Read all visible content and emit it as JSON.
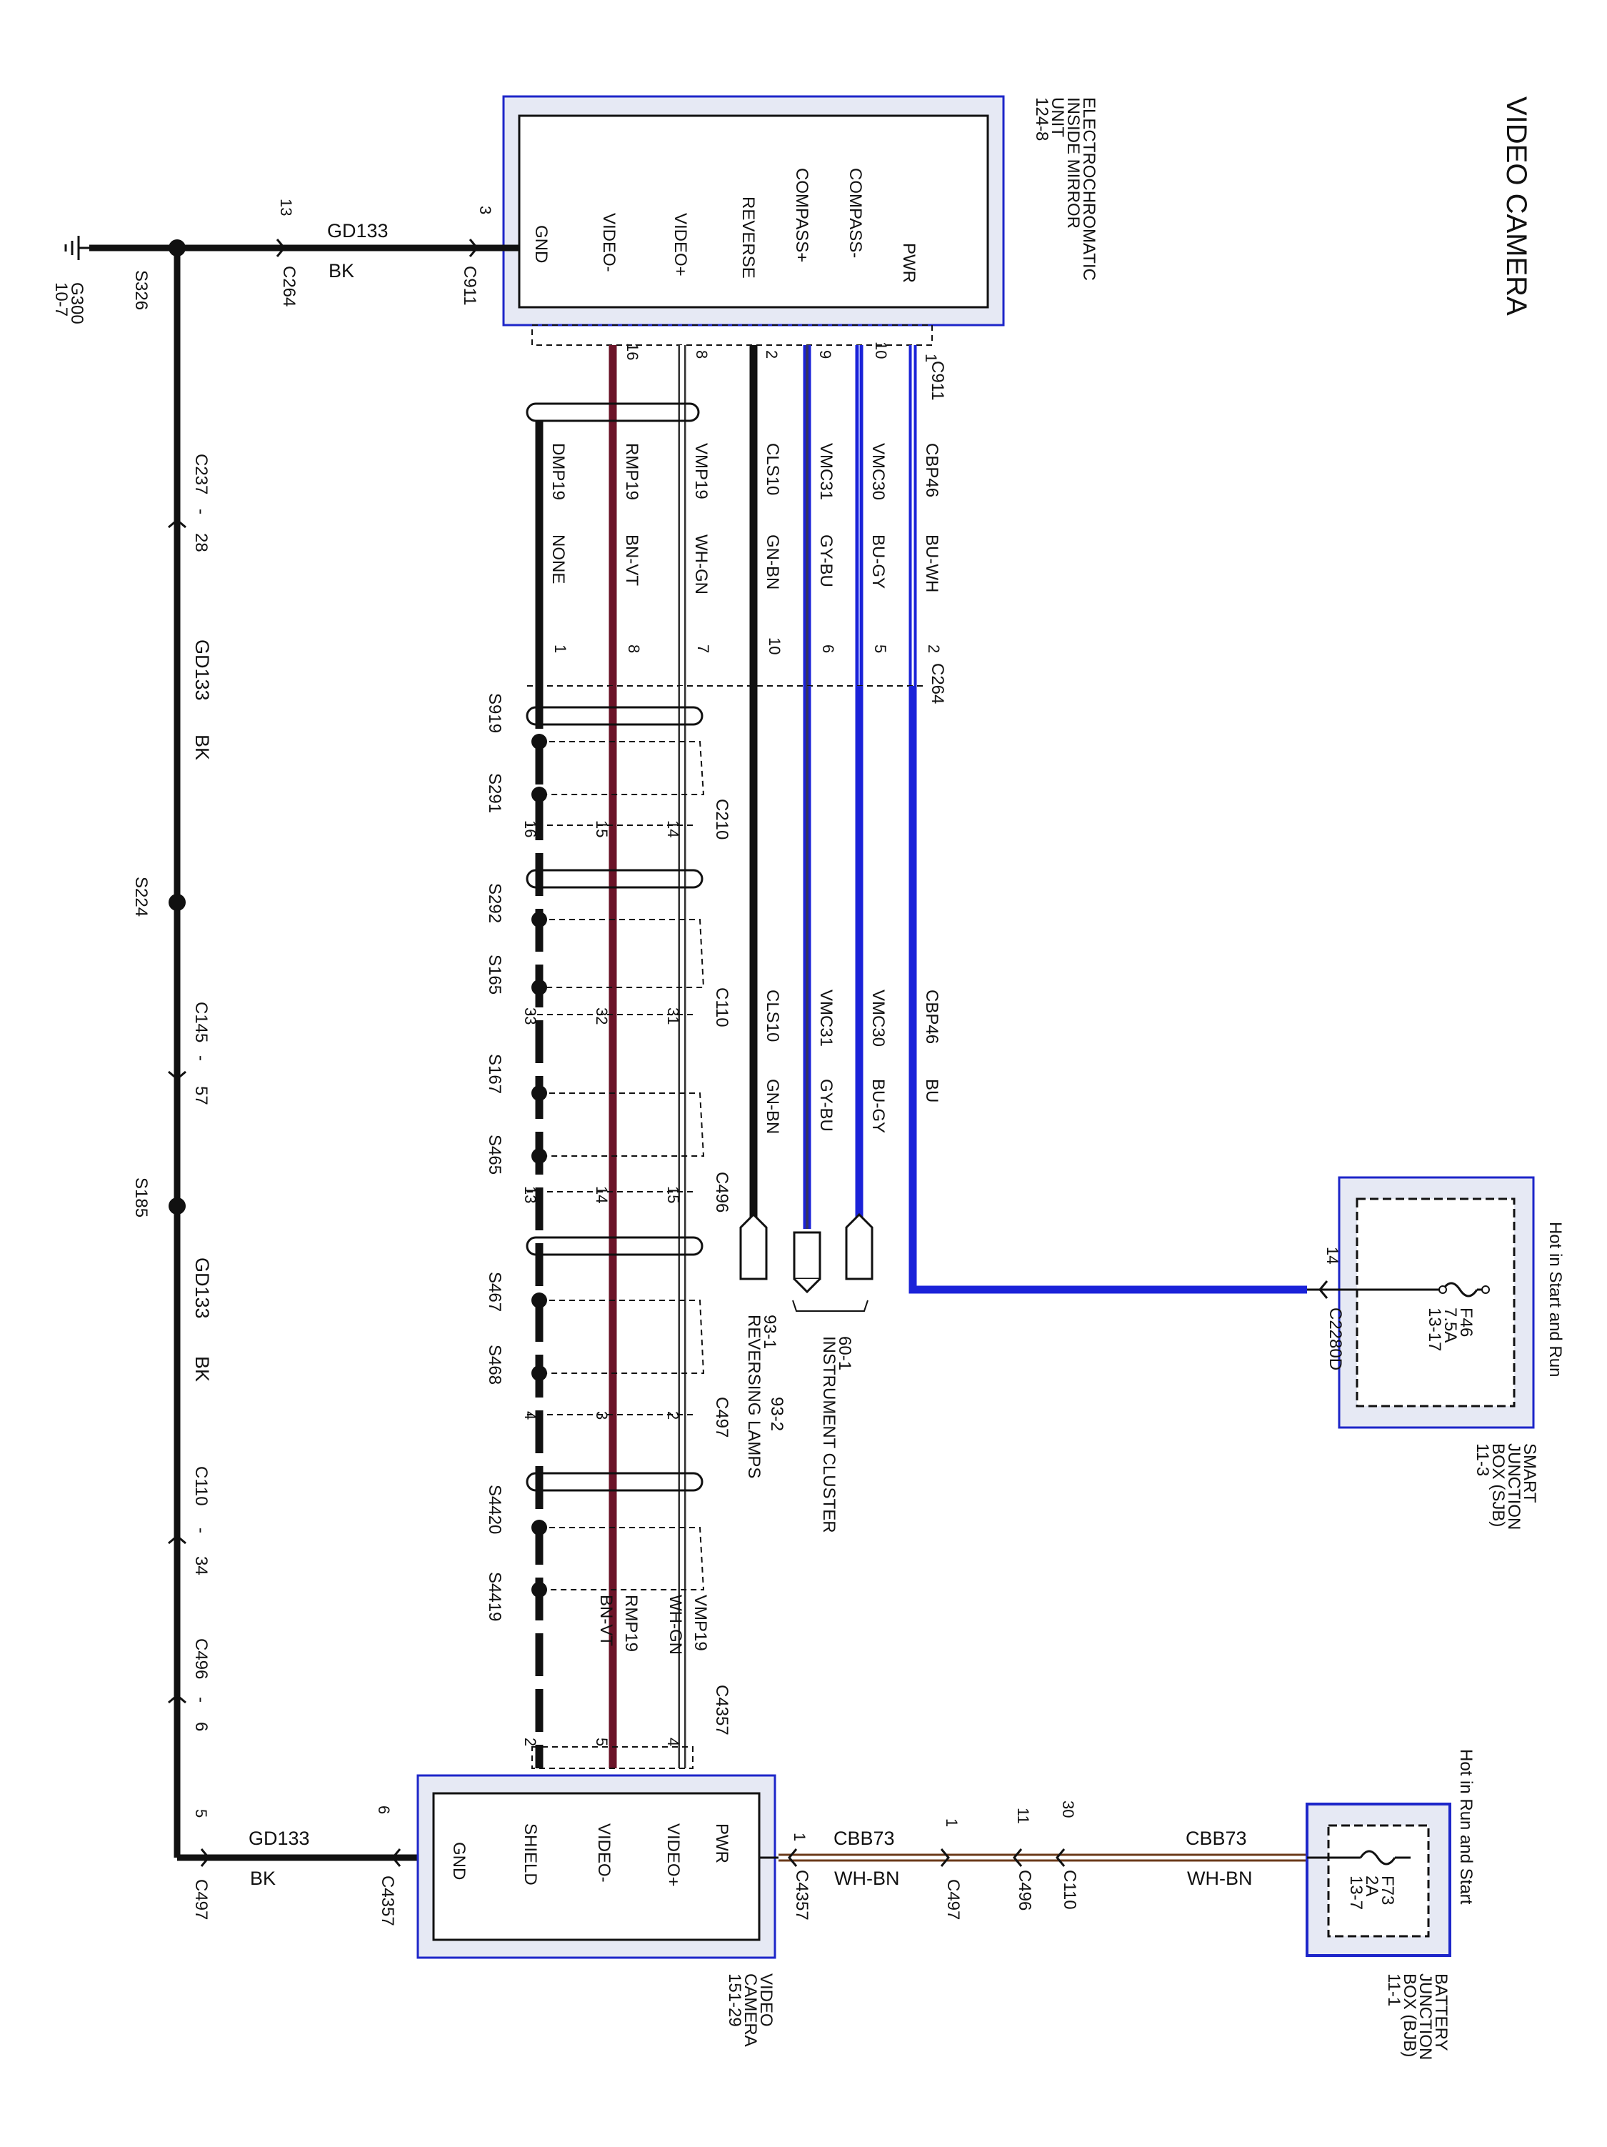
{
  "title": "VIDEO CAMERA",
  "mirror": {
    "name_lines": [
      "ELECTROCHROMATIC",
      "INSIDE MIRROR",
      "UNIT",
      "124-8"
    ],
    "pins": [
      "PWR",
      "COMPASS-",
      "COMPASS+",
      "REVERSE",
      "VIDEO+",
      "VIDEO-",
      "GND"
    ],
    "connector": "C911",
    "pin_numbers": [
      "1",
      "10",
      "9",
      "2",
      "8",
      "16",
      "3"
    ]
  },
  "ground": {
    "wire": "GD133",
    "color": "BK",
    "pin_at_c264": "13",
    "c264": "C264",
    "splice_top": "S326",
    "ground_point": "G300",
    "ground_ref": "10-7",
    "c237": "C237",
    "c237_pin": "28",
    "s224": "S224",
    "c145": "C145",
    "c145_pin": "57",
    "s185": "S185",
    "c110": "C110",
    "c110_pin": "34",
    "c496": "C496",
    "c496_pin": "6",
    "bottom_pin": "5",
    "bottom_connector": "C497",
    "camera_pin": "6",
    "camera_connector": "C4357"
  },
  "wires_top": [
    {
      "circuit": "CBP46",
      "color": "BU-WH",
      "c264_pin": "2"
    },
    {
      "circuit": "VMC30",
      "color": "BU-GY",
      "c264_pin": "5"
    },
    {
      "circuit": "VMC31",
      "color": "GY-BU",
      "c264_pin": "6"
    },
    {
      "circuit": "CLS10",
      "color": "GN-BN",
      "c264_pin": "10"
    },
    {
      "circuit": "VMP19",
      "color": "WH-GN",
      "c264_pin": "7"
    },
    {
      "circuit": "RMP19",
      "color": "BN-VT",
      "c264_pin": "8"
    },
    {
      "circuit": "DMP19",
      "color": "NONE",
      "c264_pin": "1"
    }
  ],
  "c264": "C264",
  "wires_mid": [
    {
      "circuit": "CBP46",
      "color": "BU"
    },
    {
      "circuit": "VMC30",
      "color": "BU-GY"
    },
    {
      "circuit": "VMC31",
      "color": "GY-BU"
    },
    {
      "circuit": "CLS10",
      "color": "GN-BN"
    }
  ],
  "shield_connectors": {
    "c210": "C210",
    "c210_pins": [
      "14",
      "15",
      "16"
    ],
    "c110": "C110",
    "c110_pins": [
      "31",
      "32",
      "33"
    ],
    "c496": "C496",
    "c496_pins": [
      "15",
      "14",
      "13"
    ],
    "c497": "C497",
    "c497_pins": [
      "2",
      "3",
      "4"
    ],
    "c4357": "C4357",
    "c4357_pins": [
      "4",
      "5",
      "2"
    ]
  },
  "splices": [
    "S919",
    "S291",
    "S292",
    "S165",
    "S167",
    "S465",
    "S467",
    "S468",
    "S4420",
    "S4419"
  ],
  "wires_bottom": [
    {
      "circuit": "VMP19",
      "color": "WH-GN"
    },
    {
      "circuit": "RMP19",
      "color": "BN-VT"
    }
  ],
  "destinations": {
    "reversing": {
      "ref1": "93-1",
      "ref2": "93-2",
      "label": "REVERSING LAMPS"
    },
    "cluster": {
      "ref": "60-1",
      "label": "INSTRUMENT CLUSTER"
    }
  },
  "sjb": {
    "hot_label": "Hot in Start and Run",
    "fuse": "F46",
    "amps": "7.5A",
    "ref": "13-17",
    "pin": "14",
    "connector": "C2280D",
    "name_lines": [
      "SMART",
      "JUNCTION",
      "BOX (SJB)",
      "11-3"
    ]
  },
  "bjb": {
    "hot_label": "Hot in Run and Start",
    "fuse": "F73",
    "amps": "2A",
    "ref": "13-7",
    "name_lines": [
      "BATTERY",
      "JUNCTION",
      "BOX (BJB)",
      "11-1"
    ]
  },
  "power_feed": {
    "circuit": "CBB73",
    "color": "WH-BN",
    "c110": "C110",
    "c110_pin": "30",
    "c496": "C496",
    "c496_pin": "11",
    "c497": "C497",
    "c497_pin": "1",
    "c4357": "C4357",
    "c4357_pin": "1"
  },
  "camera": {
    "pins": [
      "PWR",
      "VIDEO+",
      "VIDEO-",
      "SHIELD",
      "GND"
    ],
    "name_lines": [
      "VIDEO",
      "CAMERA",
      "151-29"
    ]
  },
  "colors": {
    "blue_box": "#1d26c9",
    "box_fill": "#e6e9f4",
    "bu_wire": "#1a22d9",
    "bn_vt_wire": "#6b1428",
    "bk_wire": "#111111"
  }
}
